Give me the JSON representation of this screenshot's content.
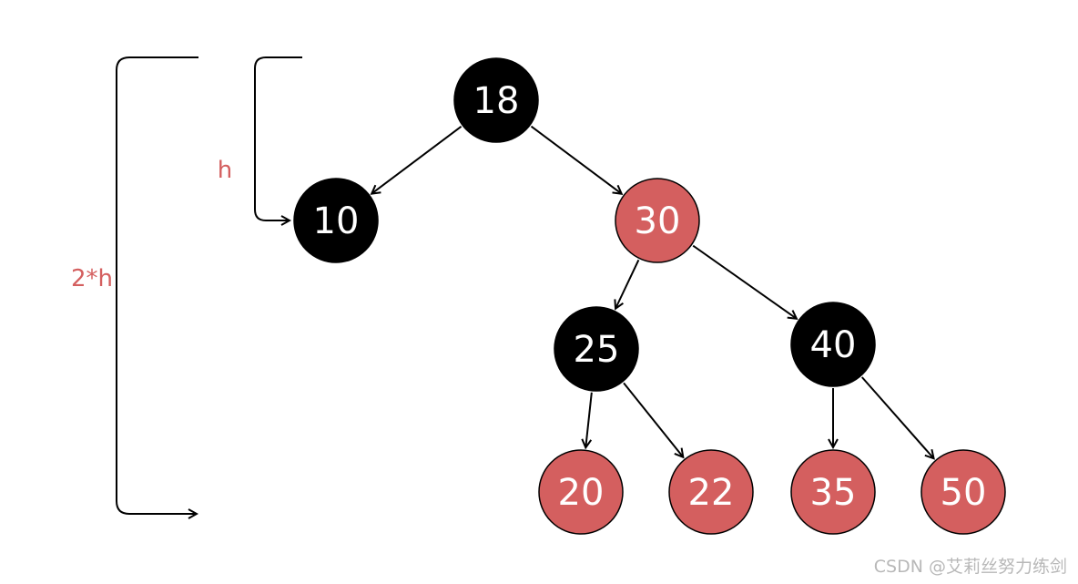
{
  "colors": {
    "black_node": "#000000",
    "red_node": "#d45f5f",
    "text": "#ffffff",
    "label_red": "#d45f5f",
    "line": "#000000"
  },
  "labels": {
    "h": "h",
    "two_h": "2*h"
  },
  "watermark": "CSDN @艾莉丝努力练剑",
  "nodes": [
    {
      "id": "n18",
      "value": "18",
      "color": "black"
    },
    {
      "id": "n10",
      "value": "10",
      "color": "black"
    },
    {
      "id": "n30",
      "value": "30",
      "color": "red"
    },
    {
      "id": "n25",
      "value": "25",
      "color": "black"
    },
    {
      "id": "n40",
      "value": "40",
      "color": "black"
    },
    {
      "id": "n20",
      "value": "20",
      "color": "red"
    },
    {
      "id": "n22",
      "value": "22",
      "color": "red"
    },
    {
      "id": "n35",
      "value": "35",
      "color": "red"
    },
    {
      "id": "n50",
      "value": "50",
      "color": "red"
    }
  ],
  "edges": [
    {
      "from": "n18",
      "to": "n10"
    },
    {
      "from": "n18",
      "to": "n30"
    },
    {
      "from": "n30",
      "to": "n25"
    },
    {
      "from": "n30",
      "to": "n40"
    },
    {
      "from": "n25",
      "to": "n20"
    },
    {
      "from": "n25",
      "to": "n22"
    },
    {
      "from": "n40",
      "to": "n35"
    },
    {
      "from": "n40",
      "to": "n50"
    }
  ]
}
